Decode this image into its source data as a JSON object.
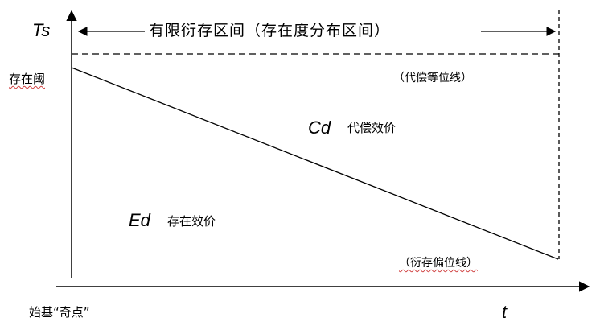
{
  "y_axis_label": "Ts",
  "x_axis_label": "t",
  "threshold_label": "存在阈",
  "origin_label": "始基“奇点”",
  "interval_label": "有限衍存区间（存在度分布区间）",
  "compensation_line_label": "（代偿等位线）",
  "derivative_line_label": "（衍存偏位线）",
  "cd_symbol": "Cd",
  "cd_text": "代偿效价",
  "ed_symbol": "Ed",
  "ed_text": "存在效价"
}
